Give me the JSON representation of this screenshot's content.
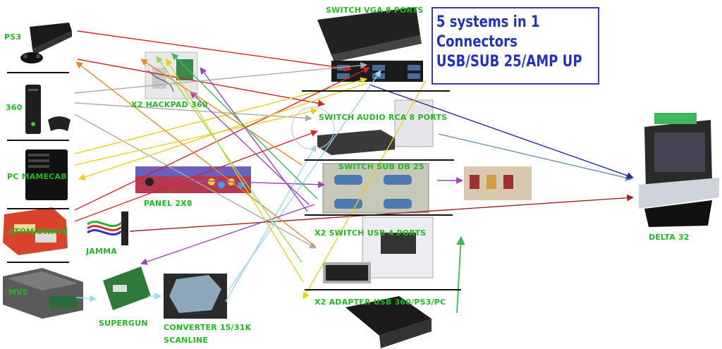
{
  "title_box": {
    "lines": [
      "5 systems in 1",
      "Connectors",
      "USB/SUB 25/AMP UP"
    ]
  },
  "labels": {
    "ps3": "PS3",
    "x360": "360",
    "pc_mamecab": "PC MAMECAB",
    "atomiswave": "ATOMISWAVE",
    "mvs": "MVS",
    "hackpad": "X2  HACKPAD 360",
    "panel": "PANEL  2X8",
    "jamma": "JAMMA",
    "supergun": "SUPERGUN",
    "converter_line1": "CONVERTER 15/31K",
    "converter_line2": "SCANLINE",
    "switch_vga": "SWITCH  VGA   8 PORTS",
    "switch_audio": "SWITCH AUDIO RCA  8 PORTS",
    "switch_sub": "SWITCH  SUB  DB  25",
    "switch_usb": "X2   SWITCH  USB  4  PORTS",
    "adapter_usb": "X2    ADAPTER USB  360/PS3/PC",
    "delta32": "DELTA 32"
  },
  "colors": {
    "label_green": "#22b822",
    "title_blue": "#2633b5"
  },
  "icons": {
    "ps3": "ps3-console-icon",
    "x360": "xbox360-console-icon",
    "pc": "pc-tower-icon",
    "atomiswave": "atomiswave-board-icon",
    "mvs": "mvs-board-icon",
    "delta32": "arcade-cabinet-icon"
  }
}
